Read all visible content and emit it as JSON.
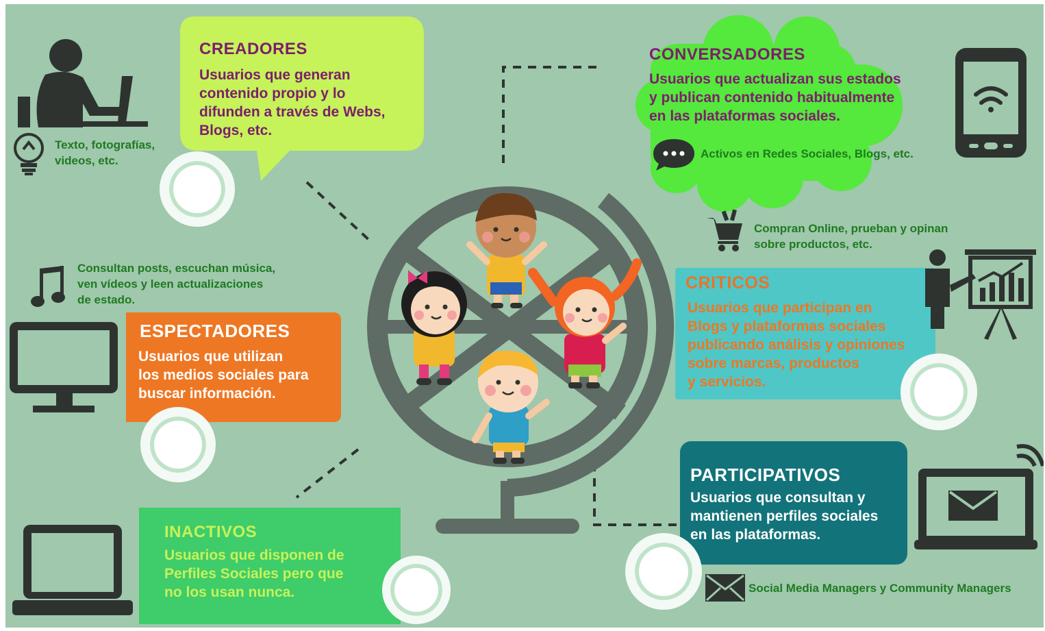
{
  "colors": {
    "background": "#9fc8ad",
    "creadores_box": "#c6f25a",
    "conversadores_box": "#55e83d",
    "espectadores_box": "#ee7724",
    "criticos_box": "#4fc7c7",
    "participativos_box": "#13737a",
    "inactivos_box": "#3fcc6a",
    "title_purple": "#7b1f6a",
    "note_green": "#1f7a1f",
    "icon_dark": "#2e3330",
    "globe_gray": "#5f6b65"
  },
  "creadores": {
    "title": "CREADORES",
    "desc": "Usuarios que generan\ncontenido propio y lo\ndifunden a través de Webs,\nBlogs, etc.",
    "note": "Texto, fotografías,\nvideos, etc."
  },
  "conversadores": {
    "title": "CONVERSADORES",
    "desc": "Usuarios que actualizan sus estados\ny publican contenido habitualmente\nen las plataformas sociales.",
    "note": "Activos en Redes Sociales, Blogs, etc."
  },
  "espectadores": {
    "title": "ESPECTADORES",
    "desc": "Usuarios que utilizan\nlos medios sociales para\nbuscar información.",
    "note": "Consultan posts, escuchan música,\nven vídeos y leen actualizaciones\nde estado."
  },
  "criticos": {
    "title": "CRITICOS",
    "desc": "Usuarios que participan en\nBlogs y plataformas sociales\npublicando análisis y opiniones\nsobre marcas, productos\ny servicios.",
    "note": "Compran Online, prueban y opinan\nsobre productos, etc."
  },
  "participativos": {
    "title": "PARTICIPATIVOS",
    "desc": "Usuarios que consultan y\nmantienen perfiles sociales\nen las plataformas.",
    "note": "Social Media Managers y Community Managers"
  },
  "inactivos": {
    "title": "INACTIVOS",
    "desc": "Usuarios que disponen de\nPerfiles Sociales pero que\nno los usan nunca."
  },
  "icons": [
    "person-at-laptop-icon",
    "lightbulb-icon",
    "smartphone-wifi-icon",
    "chat-bubble-icon",
    "music-note-icon",
    "monitor-icon",
    "shopping-cart-icon",
    "presenter-chart-icon",
    "laptop-mail-icon",
    "envelope-icon",
    "laptop-icon",
    "globe-icon"
  ]
}
